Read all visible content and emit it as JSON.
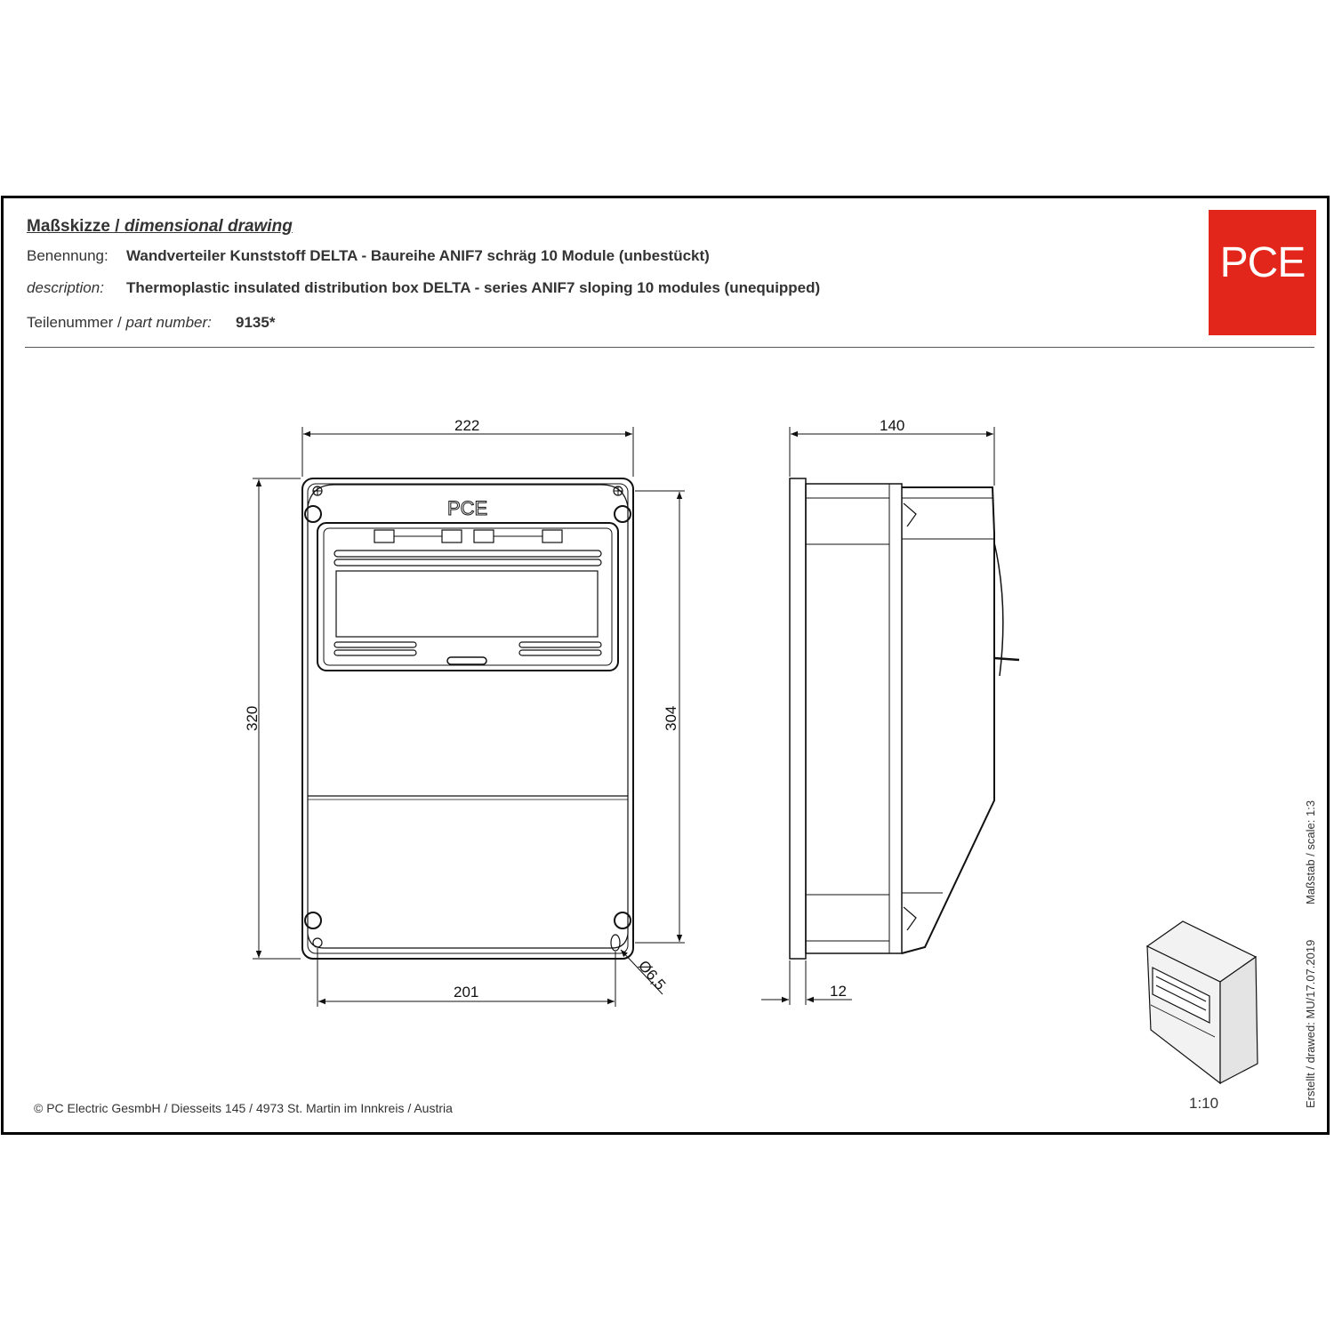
{
  "header": {
    "title_de": "Maßskizze / ",
    "title_en": "dimensional drawing",
    "benennung_label": "Benennung:",
    "benennung_value": "Wandverteiler Kunststoff DELTA - Baureihe ANIF7 schräg 10 Module (unbestückt)",
    "description_label": "description:",
    "description_value": "Thermoplastic insulated distribution box DELTA - series ANIF7 sloping 10 modules (unequipped)",
    "part_label_de": "Teilenummer / ",
    "part_label_en": "part number:",
    "part_value": "9135*"
  },
  "logo": {
    "text": "PCE",
    "color": "#e3261b"
  },
  "drawing": {
    "box_logo": "PCE",
    "dim_width_top": "222",
    "dim_height_outer": "320",
    "dim_height_inner": "304",
    "dim_hole_spacing": "201",
    "dim_hole_dia": "Ø6,5",
    "dim_depth": "140",
    "dim_flange": "12"
  },
  "footer": {
    "copyright": "© PC Electric GesmbH / Diesseits 145 / 4973 St. Martin im Innkreis / Austria",
    "thumb_scale": "1:10",
    "drawn_by": "Erstellt / drawed: MU/17.07.2019",
    "scale": "Maßstab / scale: 1:3"
  }
}
